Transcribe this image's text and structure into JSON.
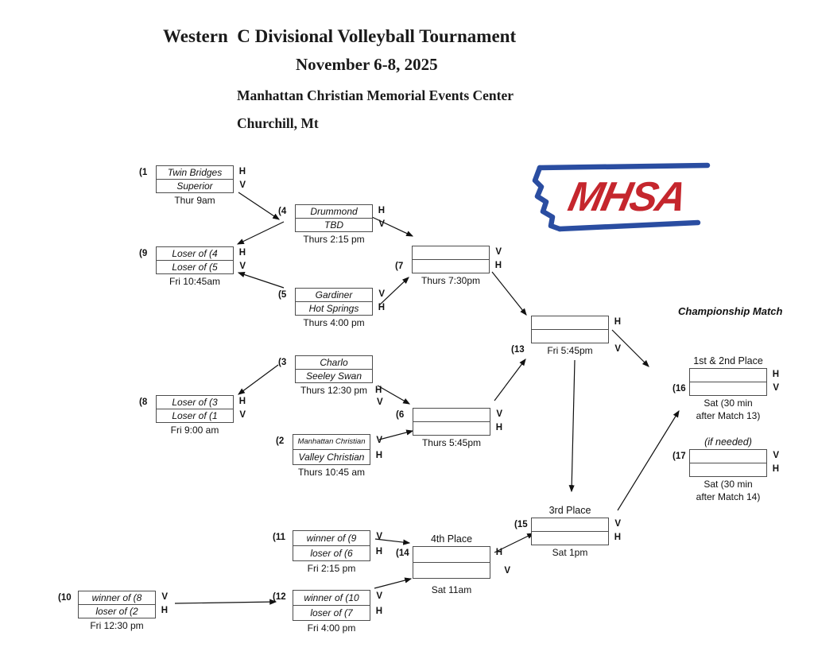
{
  "title": {
    "line1": "Western  C Divisional Volleyball Tournament",
    "line2": "November 6-8, 2025",
    "line3": "Manhattan Christian Memorial Events Center",
    "line4": "Churchill, Mt"
  },
  "labels": {
    "championship": "Championship Match"
  },
  "logo": {
    "text": "MHSA",
    "red": "#c5262d",
    "blue": "#2a4da1"
  },
  "matches": {
    "m1": {
      "label": "(1",
      "time": "Thur 9am",
      "rows": [
        {
          "name": "Twin Bridges",
          "side": "H"
        },
        {
          "name": "Superior",
          "side": "V"
        }
      ]
    },
    "m4": {
      "label": "(4",
      "time": "Thurs 2:15 pm",
      "rows": [
        {
          "name": "Drummond",
          "side": "H"
        },
        {
          "name": "TBD",
          "side": "V"
        }
      ]
    },
    "m9": {
      "label": "(9",
      "time": "Fri 10:45am",
      "rows": [
        {
          "name": "Loser of (4",
          "side": "H"
        },
        {
          "name": "Loser of (5",
          "side": "V"
        }
      ]
    },
    "m5": {
      "label": "(5",
      "time": "Thurs 4:00 pm",
      "rows": [
        {
          "name": "Gardiner",
          "side": "V"
        },
        {
          "name": "Hot Springs",
          "side": "H"
        }
      ]
    },
    "m7": {
      "label": "(7",
      "time": "Thurs 7:30pm",
      "rows": [
        {
          "name": "",
          "side": "V"
        },
        {
          "name": "",
          "side": "H"
        }
      ]
    },
    "m3": {
      "label": "(3",
      "time": "Thurs 12:30 pm",
      "rows": [
        {
          "name": "Charlo",
          "side": "H"
        },
        {
          "name": "Seeley Swan",
          "side": "V"
        }
      ]
    },
    "m8": {
      "label": "(8",
      "time": "Fri 9:00 am",
      "rows": [
        {
          "name": "Loser of (3",
          "side": "H"
        },
        {
          "name": "Loser of (1",
          "side": "V"
        }
      ]
    },
    "m2": {
      "label": "(2",
      "time": "Thurs 10:45 am",
      "rows": [
        {
          "name": "Manhattan Christian",
          "side": "V"
        },
        {
          "name": "Valley Christian",
          "side": "H"
        }
      ]
    },
    "m6": {
      "label": "(6",
      "time": "Thurs 5:45pm",
      "rows": [
        {
          "name": "",
          "side": "V"
        },
        {
          "name": "",
          "side": "H"
        }
      ]
    },
    "m13": {
      "label": "(13",
      "time": "Fri 5:45pm",
      "rows": [
        {
          "name": "",
          "side": "H"
        },
        {
          "name": "",
          "side": "V"
        }
      ]
    },
    "m16": {
      "label": "(16",
      "heading": "1st & 2nd Place",
      "time1": "Sat (30 min",
      "time2": "after Match 13)",
      "rows": [
        {
          "name": "",
          "side": "H"
        },
        {
          "name": "",
          "side": "V"
        }
      ]
    },
    "m17": {
      "label": "(17",
      "heading": "(if needed)",
      "time1": "Sat (30 min",
      "time2": "after Match 14)",
      "rows": [
        {
          "name": "",
          "side": "V"
        },
        {
          "name": "",
          "side": "H"
        }
      ]
    },
    "m15": {
      "label": "(15",
      "heading": "3rd Place",
      "time": "Sat 1pm",
      "rows": [
        {
          "name": "",
          "side": "V"
        },
        {
          "name": "",
          "side": "H"
        }
      ]
    },
    "m14": {
      "label": "(14",
      "heading": "4th Place",
      "time": "Sat 11am",
      "rows": [
        {
          "name": "",
          "side": "H"
        },
        {
          "name": "",
          "side": "V"
        }
      ]
    },
    "m11": {
      "label": "(11",
      "time": "Fri 2:15 pm",
      "rows": [
        {
          "name": "winner of (9",
          "side": "V"
        },
        {
          "name": "loser of (6",
          "side": "H"
        }
      ]
    },
    "m12": {
      "label": "(12",
      "time": "Fri 4:00 pm",
      "rows": [
        {
          "name": "winner of (10",
          "side": "V"
        },
        {
          "name": "loser of (7",
          "side": "H"
        }
      ]
    },
    "m10": {
      "label": "(10",
      "time": "Fri 12:30 pm",
      "rows": [
        {
          "name": "winner of (8",
          "side": "V"
        },
        {
          "name": "loser of (2",
          "side": "H"
        }
      ]
    }
  }
}
